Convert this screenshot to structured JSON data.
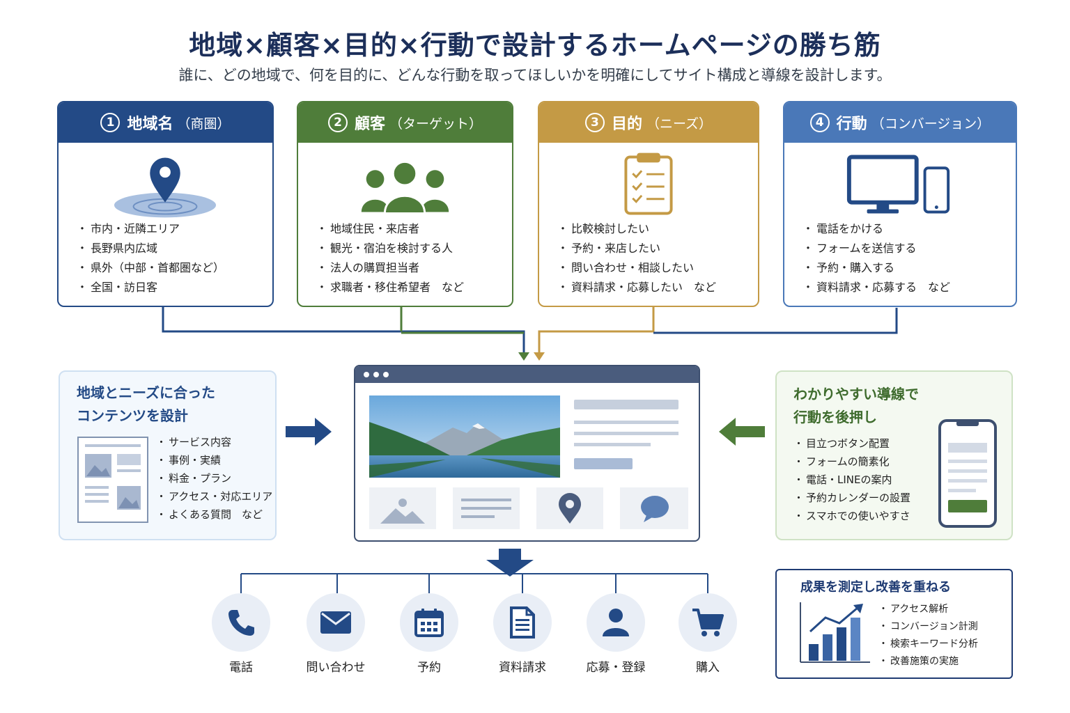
{
  "title": "地域×顧客×目的×行動で設計するホームページの勝ち筋",
  "subtitle": "誰に、どの地域で、何を目的に、どんな行動を取ってほしいかを明確にしてサイト構成と導線を設計します。",
  "colors": {
    "navy": "#234a86",
    "green": "#4f7d3a",
    "gold": "#c49a45",
    "blue": "#4a78b8"
  },
  "cards": [
    {
      "num": "1",
      "label": "地域名",
      "paren": "（商圏）",
      "icon": "location-pin-icon",
      "items": [
        "市内・近隣エリア",
        "長野県内広域",
        "県外（中部・首都圏など）",
        "全国・訪日客"
      ]
    },
    {
      "num": "2",
      "label": "顧客",
      "paren": "（ターゲット）",
      "icon": "people-group-icon",
      "items": [
        "地域住民・来店者",
        "観光・宿泊を検討する人",
        "法人の購買担当者",
        "求職者・移住希望者　など"
      ]
    },
    {
      "num": "3",
      "label": "目的",
      "paren": "（ニーズ）",
      "icon": "clipboard-checklist-icon",
      "items": [
        "比較検討したい",
        "予約・来店したい",
        "問い合わせ・相談したい",
        "資料請求・応募したい　など"
      ]
    },
    {
      "num": "4",
      "label": "行動",
      "paren": "（コンバージョン）",
      "icon": "devices-icon",
      "items": [
        "電話をかける",
        "フォームを送信する",
        "予約・購入する",
        "資料請求・応募する　など"
      ]
    }
  ],
  "left_panel": {
    "title_line1": "地域とニーズに合った",
    "title_line2": "コンテンツを設計",
    "items": [
      "サービス内容",
      "事例・実績",
      "料金・プラン",
      "アクセス・対応エリア",
      "よくある質問　など"
    ]
  },
  "right_panel": {
    "title_line1": "わかりやすい導線で",
    "title_line2": "行動を後押し",
    "items": [
      "目立つボタン配置",
      "フォームの簡素化",
      "電話・LINEの案内",
      "予約カレンダーの設置",
      "スマホでの使いやすさ"
    ]
  },
  "conversions": [
    {
      "label": "電話",
      "icon": "phone-icon"
    },
    {
      "label": "問い合わせ",
      "icon": "mail-icon"
    },
    {
      "label": "予約",
      "icon": "calendar-icon"
    },
    {
      "label": "資料請求",
      "icon": "document-icon"
    },
    {
      "label": "応募・登録",
      "icon": "user-icon"
    },
    {
      "label": "購入",
      "icon": "cart-icon"
    }
  ],
  "improve": {
    "title": "成果を測定し改善を重ねる",
    "icon": "growth-chart-icon",
    "items": [
      "アクセス解析",
      "コンバージョン計測",
      "検索キーワード分析",
      "改善施策の実施"
    ]
  }
}
